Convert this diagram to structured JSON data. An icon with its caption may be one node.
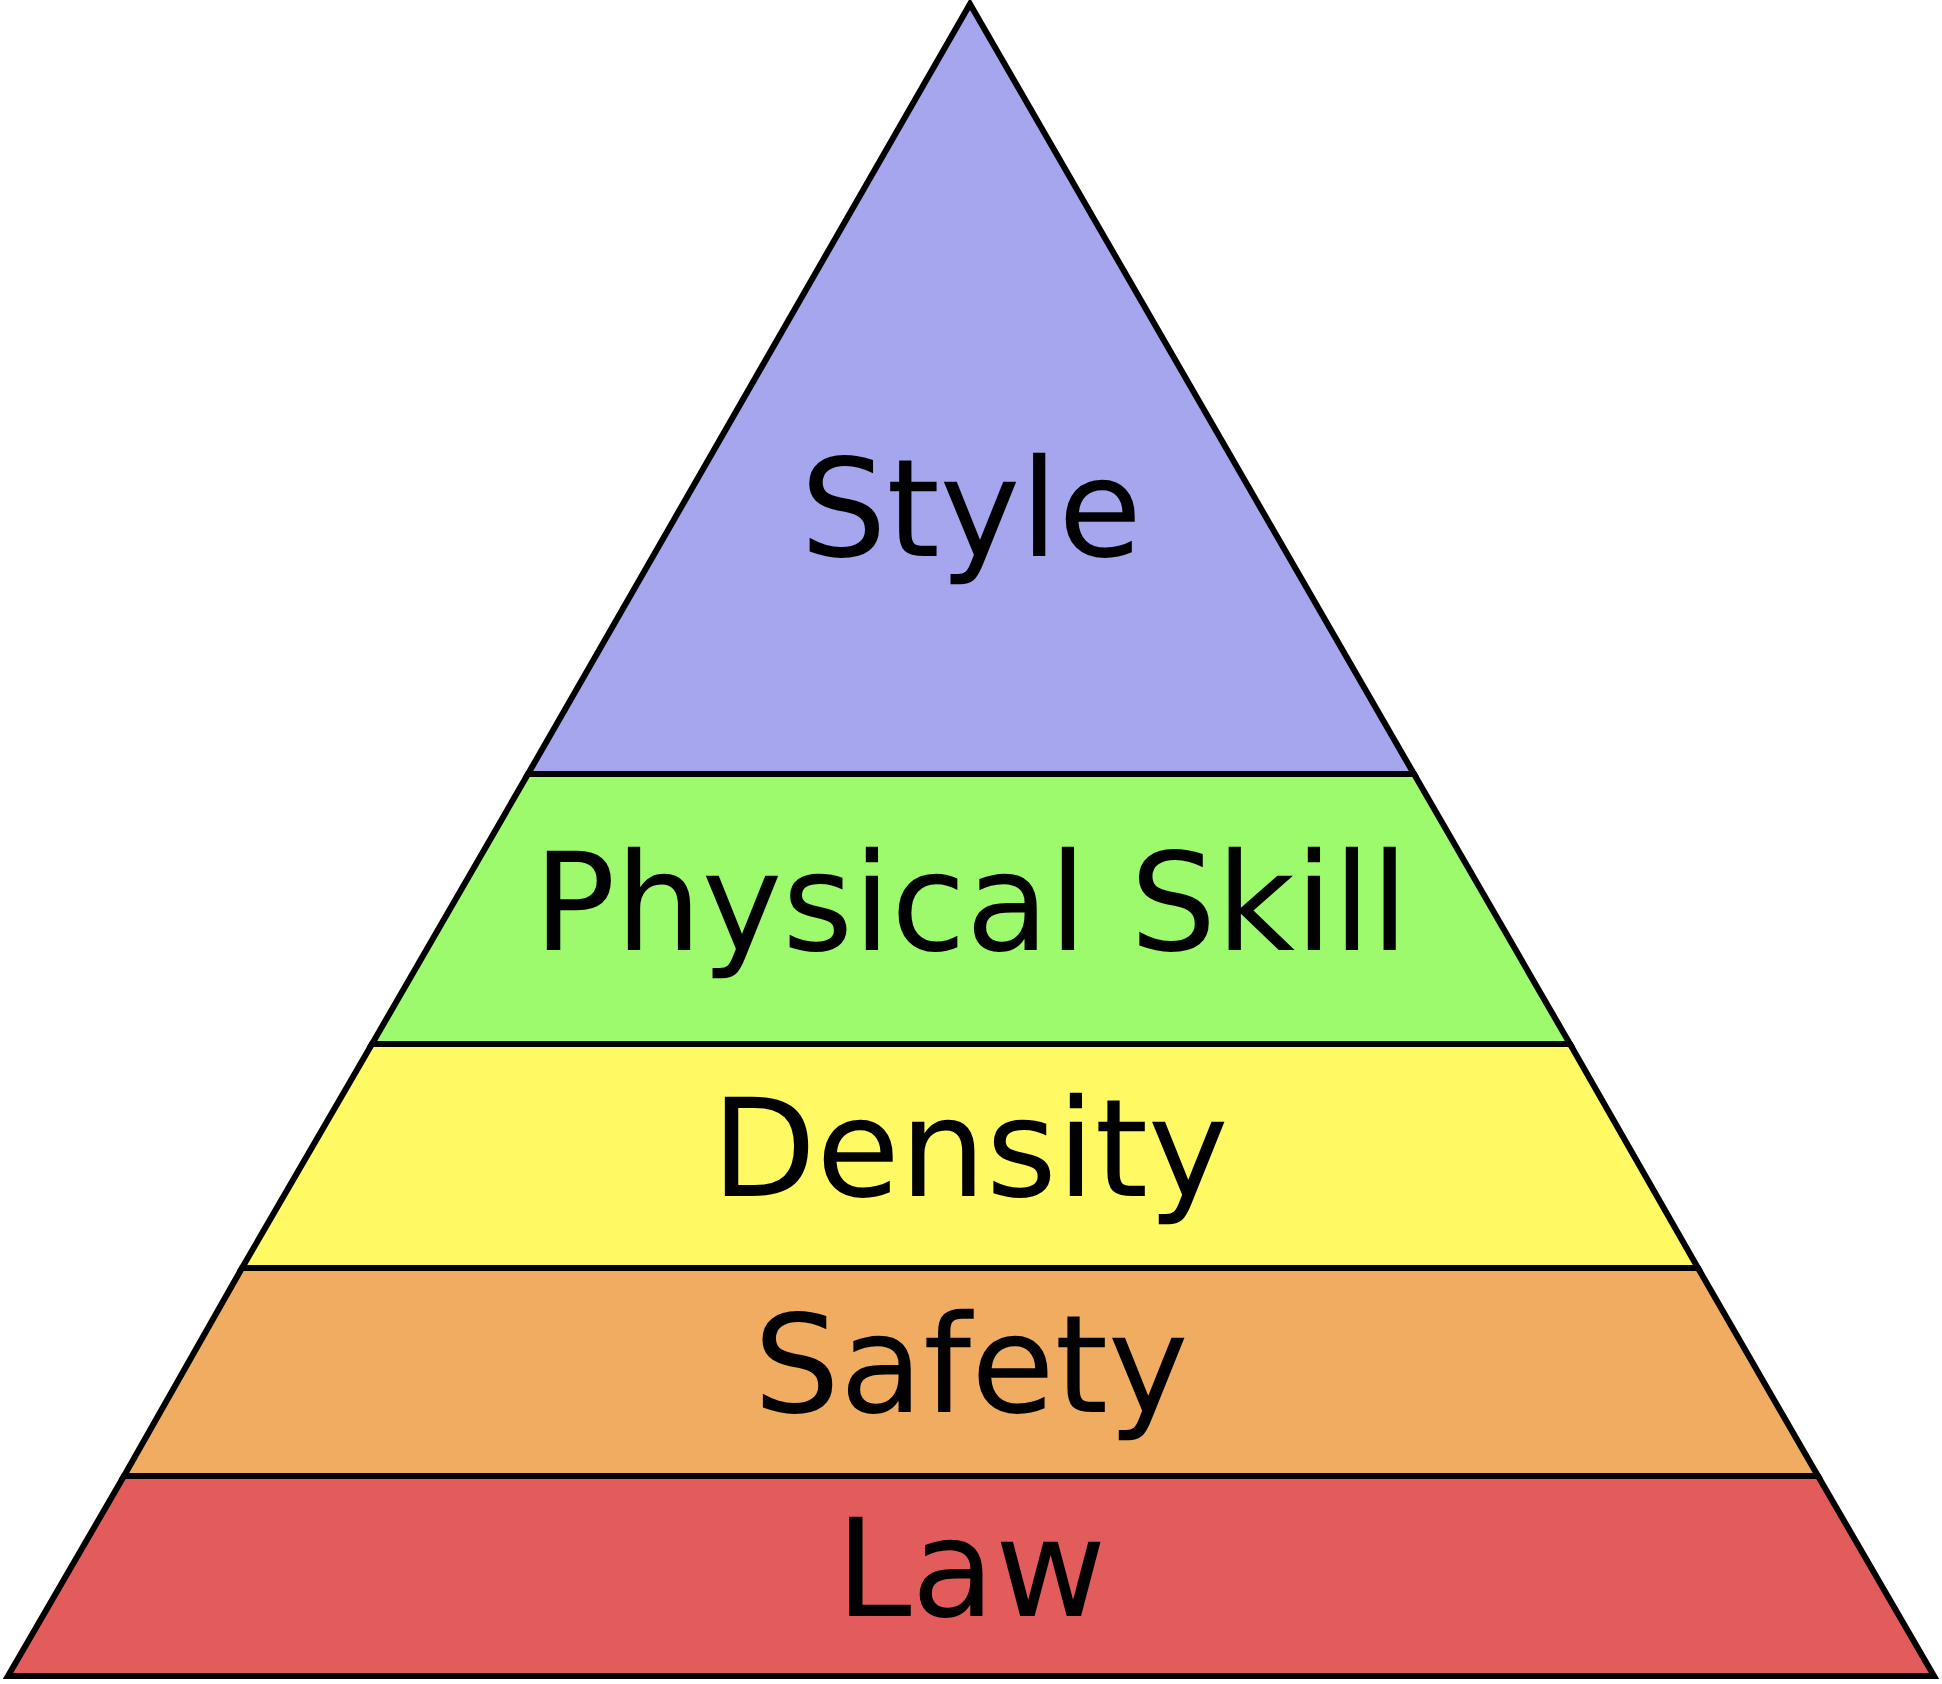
{
  "diagram": {
    "nodes": [
      {
        "text": [
          "Style"
        ]
      },
      {
        "text": [
          "Physical Skill"
        ]
      },
      {
        "text": [
          "Density"
        ]
      },
      {
        "text": [
          "Safety"
        ]
      },
      {
        "text": [
          "Law"
        ]
      }
    ]
  }
}
